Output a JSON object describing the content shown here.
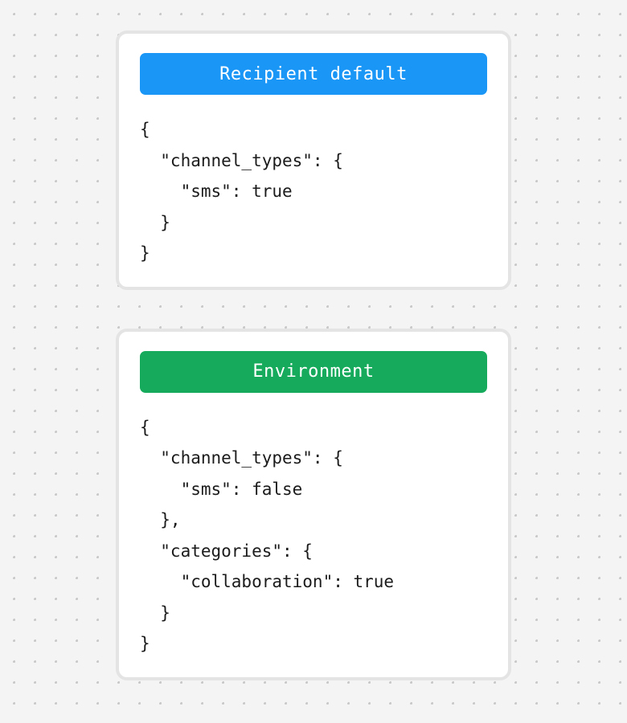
{
  "background": {
    "color": "#f4f4f4",
    "dot_color": "#c9c9c9",
    "pattern": "dot-grid"
  },
  "cards": [
    {
      "id": "recipient-default",
      "header_label": "Recipient default",
      "header_color": "#1a96f7",
      "body": "{\n  \"channel_types\": {\n    \"sms\": true\n  }\n}"
    },
    {
      "id": "environment",
      "header_label": "Environment",
      "header_color": "#16ab5c",
      "body": "{\n  \"channel_types\": {\n    \"sms\": false\n  },\n  \"categories\": {\n    \"collaboration\": true\n  }\n}"
    }
  ]
}
